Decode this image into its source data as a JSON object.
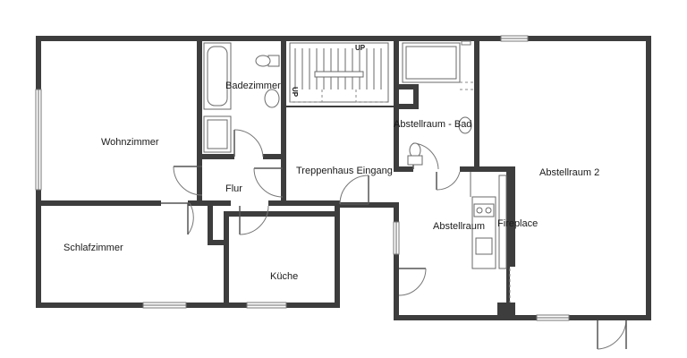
{
  "plan": {
    "rooms": {
      "wohnzimmer": "Wohnzimmer",
      "badezimmer": "Badezimmer",
      "flur": "Flur",
      "treppenhaus": "Treppenhaus Eingang",
      "abstellraum_bad": "Abstellraum - Bad",
      "abstellraum_2": "Abstellraum 2",
      "schlafzimmer": "Schlafzimmer",
      "kueche": "Küche",
      "abstellraum": "Abstellraum",
      "fireplace": "Fireplace"
    },
    "stair_markers": {
      "up_top": "UP",
      "up_side": "UP"
    },
    "colors": {
      "wall": "#3d3d3d",
      "background": "#ffffff",
      "fixture_outline": "#6a6a6a"
    }
  }
}
